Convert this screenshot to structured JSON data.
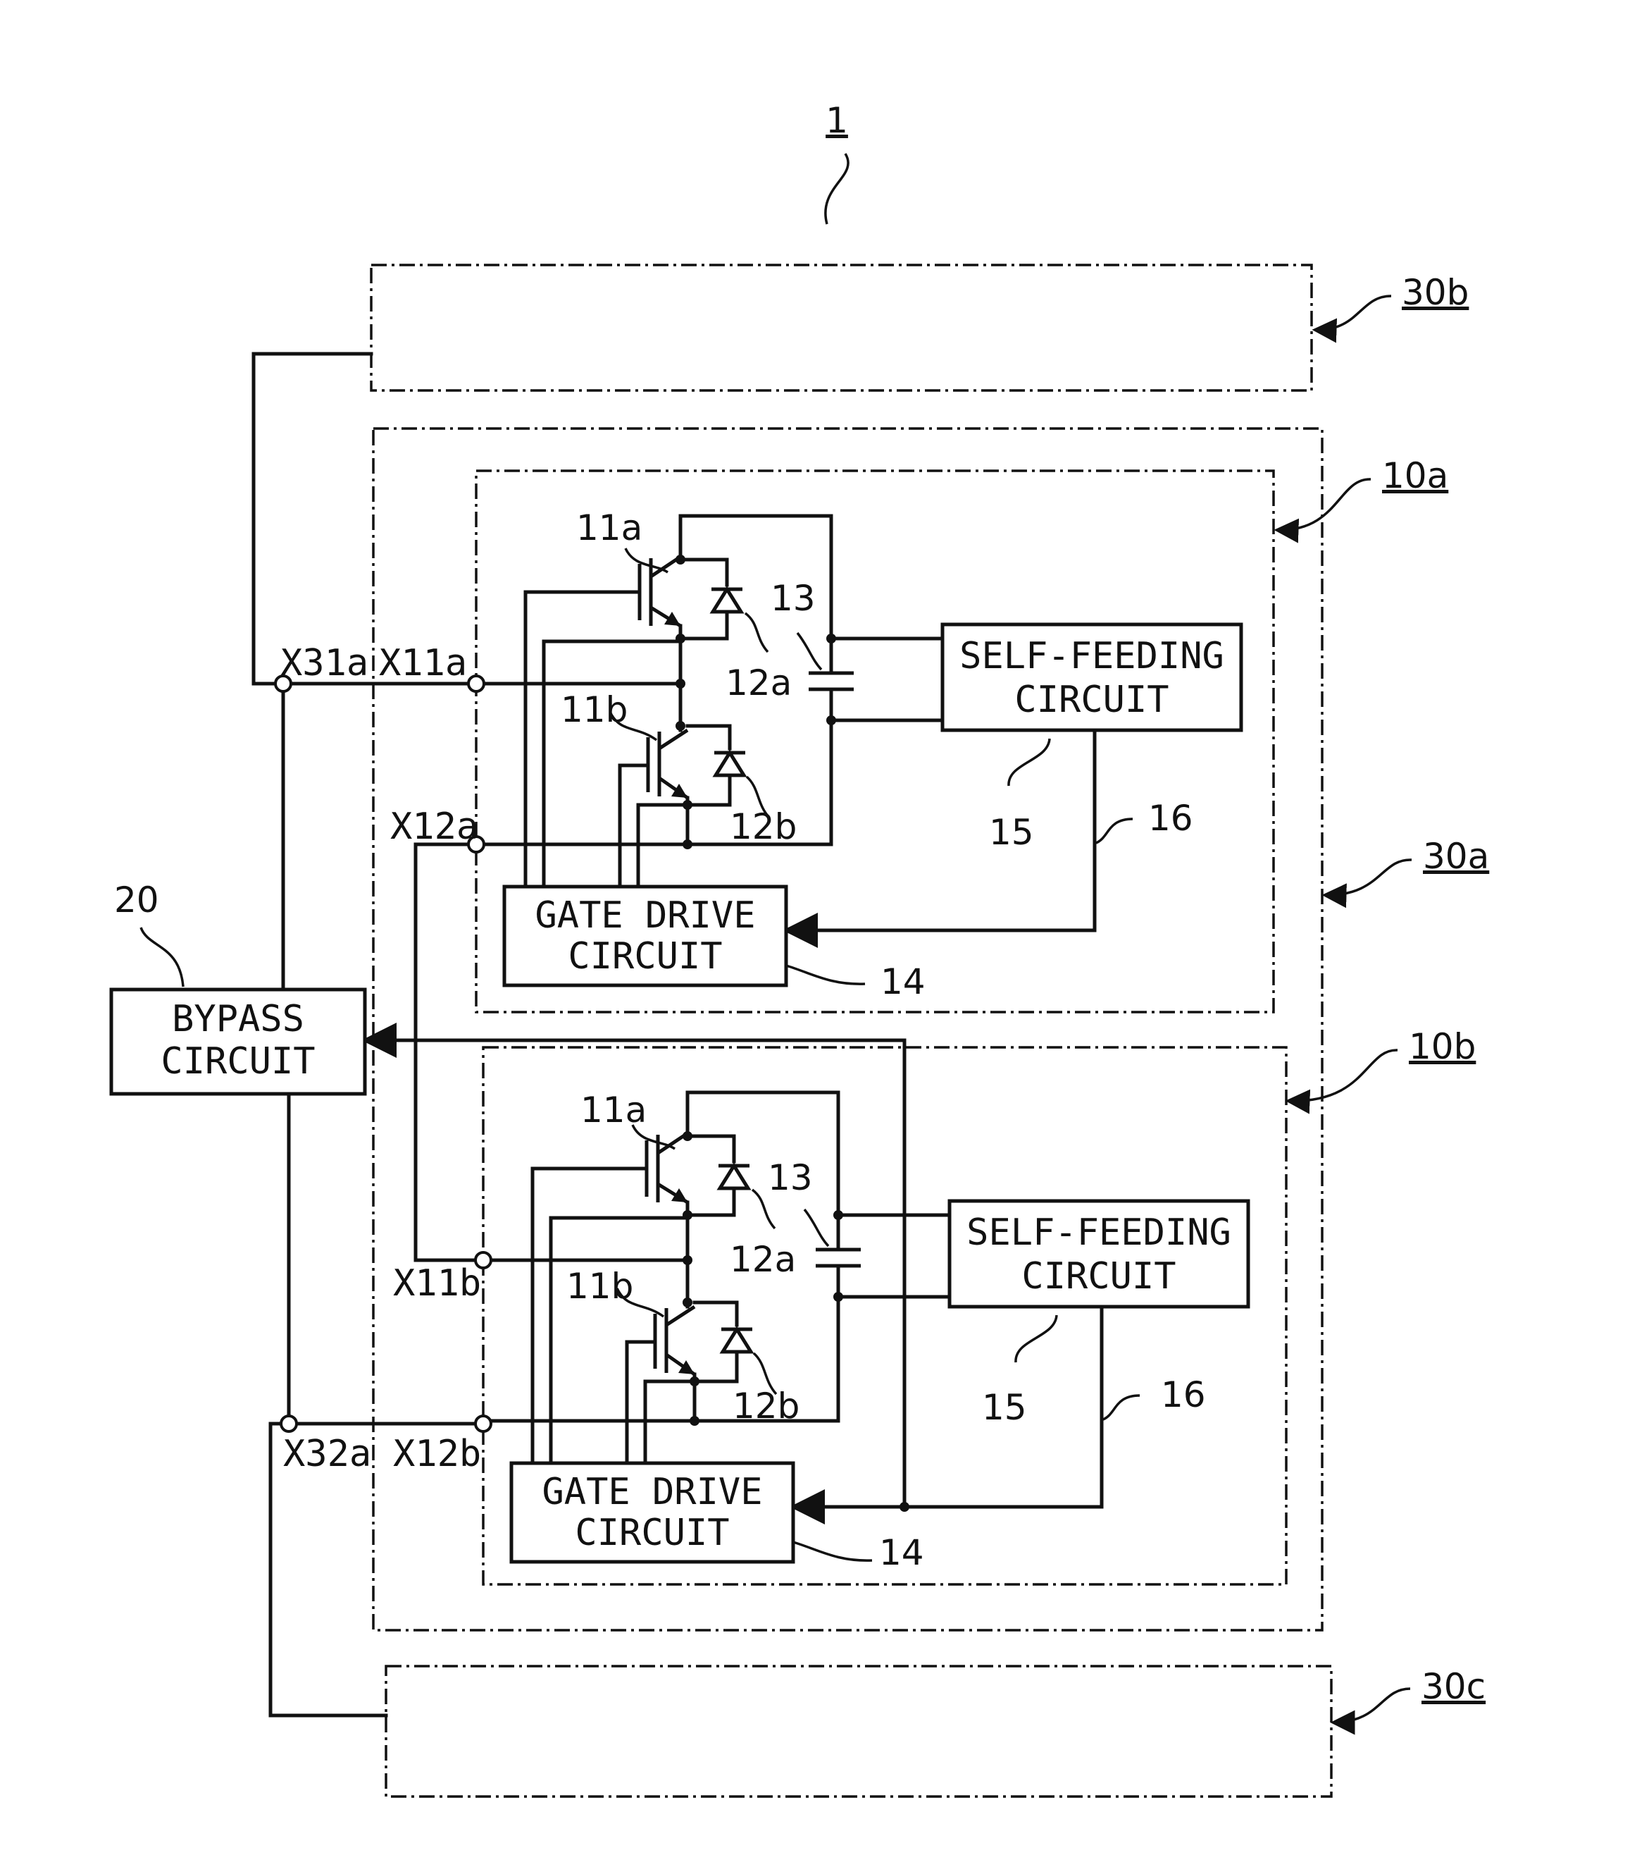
{
  "figure_ref": "1",
  "blocks": {
    "block_30b": "30b",
    "block_30a": "30a",
    "block_30c": "30c",
    "block_10a": "10a",
    "block_10b": "10b"
  },
  "components": {
    "bypass_line1": "BYPASS",
    "bypass_line2": "CIRCUIT",
    "bypass_ref": "20",
    "self_feeding_line1": "SELF-FEEDING",
    "self_feeding_line2": "CIRCUIT",
    "self_feeding_ref": "15",
    "gate_drive_line1": "GATE DRIVE",
    "gate_drive_line2": "CIRCUIT",
    "gate_drive_ref": "14",
    "signal_ref": "16",
    "capacitor_ref": "13",
    "upper_switch_ref": "11a",
    "lower_switch_ref": "11b",
    "upper_diode_ref": "12a",
    "lower_diode_ref": "12b"
  },
  "terminals": {
    "x31a": "X31a",
    "x32a": "X32a",
    "x11a": "X11a",
    "x12a": "X12a",
    "x11b": "X11b",
    "x12b": "X12b"
  },
  "colors": {
    "ink": "#111111",
    "paper": "#ffffff"
  }
}
